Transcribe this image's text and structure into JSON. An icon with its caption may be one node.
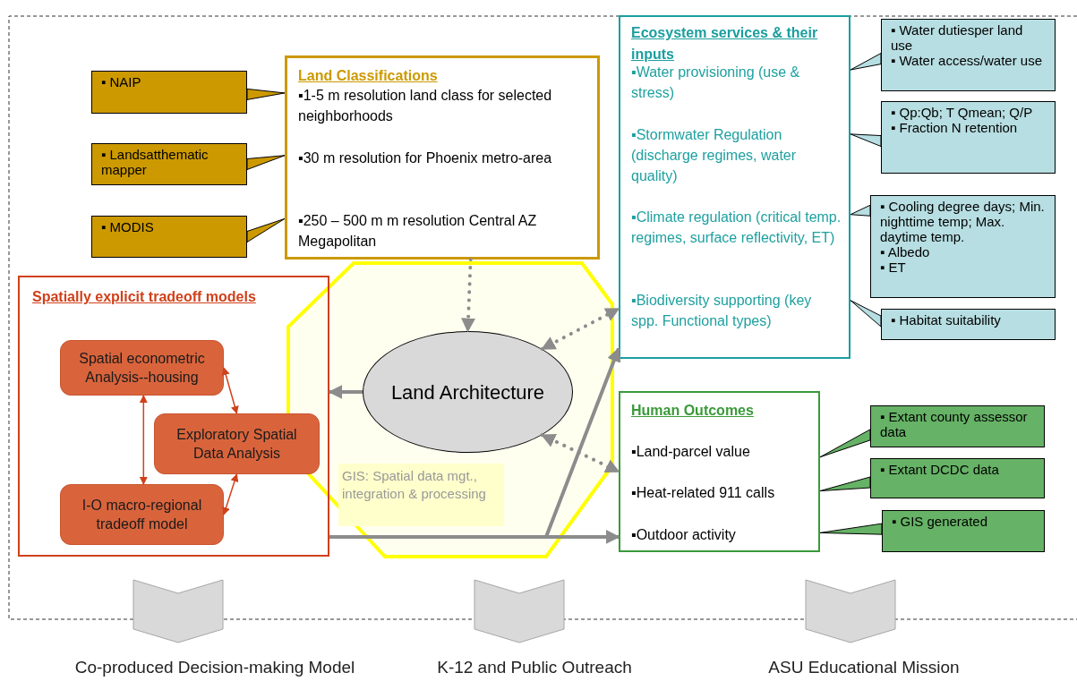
{
  "diagram": {
    "nodes": [
      {
        "text": [
          "Land Classifications",
          "▪1-5 m resolution land class for selected neighborhoods",
          "▪30 m resolution for Phoenix metro-area",
          "▪250 – 500 m m resolution Central AZ Megapolitan"
        ]
      },
      {
        "text": [
          "▪ NAIP"
        ]
      },
      {
        "text": [
          "▪ Landsatthematic mapper"
        ]
      },
      {
        "text": [
          "▪ MODIS"
        ]
      },
      {
        "text": [
          "Ecosystem services & their inputs",
          "▪Water provisioning (use & stress)",
          "▪Stormwater Regulation (discharge regimes, water quality)",
          "▪Climate regulation (critical temp. regimes, surface reflectivity, ET)",
          "▪Biodiversity supporting (key spp. Functional types)"
        ]
      },
      {
        "text": [
          "▪ Water dutiesper land use",
          "▪ Water access/water use"
        ]
      },
      {
        "text": [
          "▪ Qp:Qb; T Qmean; Q/P",
          "▪ Fraction N retention"
        ]
      },
      {
        "text": [
          "▪ Cooling degree days; Min. nighttime temp; Max. daytime temp.",
          "▪ Albedo",
          "▪ ET"
        ]
      },
      {
        "text": [
          "▪ Habitat suitability"
        ]
      },
      {
        "text": [
          "Spatially explicit tradeoff models"
        ]
      },
      {
        "text": [
          "Spatial econometric Analysis--housing"
        ],
        "in": 9
      },
      {
        "text": [
          "Exploratory Spatial Data Analysis"
        ],
        "in": 9
      },
      {
        "text": [
          "I-O macro-regional tradeoff model"
        ],
        "in": 9
      },
      {
        "text": [
          "Land Architecture"
        ]
      },
      {
        "text": [
          "GIS: Spatial data mgt., integration & processing"
        ]
      },
      {
        "text": [
          "Human Outcomes",
          "▪Land-parcel value",
          "▪Heat-related 911 calls",
          "▪Outdoor activity"
        ]
      },
      {
        "text": [
          "▪ Extant county assessor data"
        ]
      },
      {
        "text": [
          "▪ Extant DCDC data"
        ]
      },
      {
        "text": [
          "▪ GIS generated"
        ]
      },
      {
        "text": [
          "Co-produced Decision-making Model"
        ]
      },
      {
        "text": [
          "K-12 and Public Outreach"
        ]
      },
      {
        "text": [
          "ASU Educational Mission"
        ]
      }
    ],
    "edges": [
      {
        "from": 1,
        "to": 0,
        "arrow": "none"
      },
      {
        "from": 2,
        "to": 0,
        "arrow": "none"
      },
      {
        "from": 3,
        "to": 0,
        "arrow": "none"
      },
      {
        "from": 5,
        "to": 4,
        "arrow": "none"
      },
      {
        "from": 6,
        "to": 4,
        "arrow": "none"
      },
      {
        "from": 7,
        "to": 4,
        "arrow": "none"
      },
      {
        "from": 8,
        "to": 4,
        "arrow": "none"
      },
      {
        "from": 16,
        "to": 15,
        "arrow": "none"
      },
      {
        "from": 17,
        "to": 15,
        "arrow": "none"
      },
      {
        "from": 18,
        "to": 15,
        "arrow": "none"
      },
      {
        "from": 0,
        "to": 13,
        "arrow": "to",
        "style": "dashed",
        "color": "#8c8c8c"
      },
      {
        "from": 13,
        "to": 4,
        "arrow": "both",
        "style": "dashed",
        "color": "#8c8c8c"
      },
      {
        "from": 13,
        "to": 15,
        "arrow": "both",
        "style": "dashed",
        "color": "#8c8c8c"
      },
      {
        "from": 13,
        "to": 9,
        "arrow": "to",
        "color": "#8c8c8c"
      },
      {
        "from": 9,
        "to": 15,
        "arrow": "to",
        "color": "#8c8c8c"
      },
      {
        "from": 9,
        "to": 4,
        "arrow": "to",
        "color": "#8c8c8c"
      },
      {
        "from": 10,
        "to": 11,
        "arrow": "both",
        "color": "#d0401a"
      },
      {
        "from": 10,
        "to": 12,
        "arrow": "both",
        "color": "#d0401a"
      },
      {
        "from": 12,
        "to": 11,
        "arrow": "both",
        "color": "#d0401a"
      },
      {
        "from": null,
        "to": 19,
        "arrow": "to"
      },
      {
        "from": null,
        "to": 20,
        "arrow": "to"
      },
      {
        "from": null,
        "to": 21,
        "arrow": "to"
      }
    ]
  }
}
